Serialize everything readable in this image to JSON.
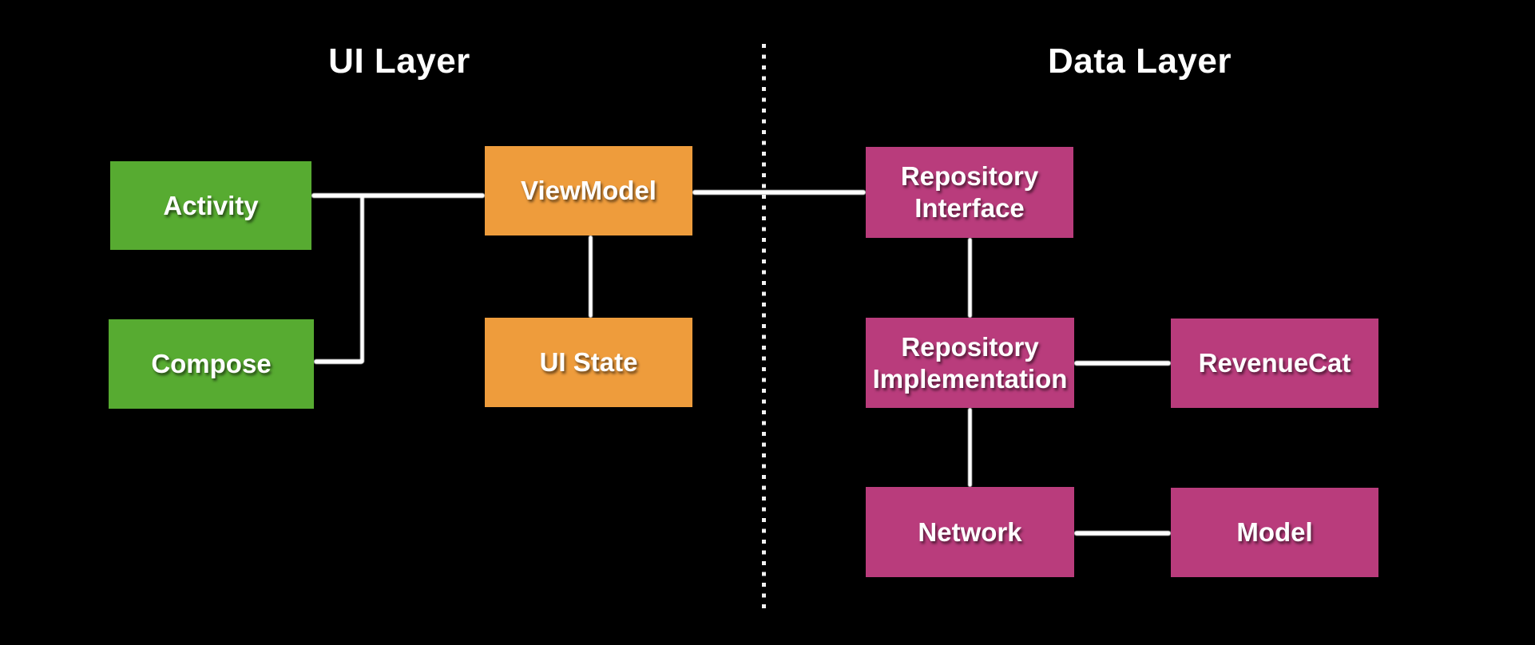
{
  "diagram": {
    "titles": {
      "ui_layer": "UI Layer",
      "data_layer": "Data Layer"
    },
    "colors": {
      "background": "#000000",
      "green": "#57AB31",
      "orange": "#EE9C3C",
      "magenta": "#B93C7C",
      "line": "#FFFFFF",
      "text": "#FFFFFF"
    },
    "nodes": {
      "activity": {
        "label": "Activity",
        "color": "green",
        "layer": "UI Layer"
      },
      "compose": {
        "label": "Compose",
        "color": "green",
        "layer": "UI Layer"
      },
      "viewmodel": {
        "label": "ViewModel",
        "color": "orange",
        "layer": "UI Layer"
      },
      "ui_state": {
        "label": "UI State",
        "color": "orange",
        "layer": "UI Layer"
      },
      "repository_interface": {
        "label": "Repository Interface",
        "color": "magenta",
        "layer": "Data Layer"
      },
      "repository_implementation": {
        "label": "Repository Implementation",
        "color": "magenta",
        "layer": "Data Layer"
      },
      "revenuecat": {
        "label": "RevenueCat",
        "color": "magenta",
        "layer": "Data Layer"
      },
      "network": {
        "label": "Network",
        "color": "magenta",
        "layer": "Data Layer"
      },
      "model": {
        "label": "Model",
        "color": "magenta",
        "layer": "Data Layer"
      }
    },
    "edges": [
      {
        "from": "activity",
        "to": "viewmodel",
        "style": "chalk-line"
      },
      {
        "from": "compose",
        "to": "activity-viewmodel-line",
        "style": "chalk-line"
      },
      {
        "from": "viewmodel",
        "to": "ui_state",
        "style": "chalk-line"
      },
      {
        "from": "viewmodel",
        "to": "repository_interface",
        "style": "chalk-line"
      },
      {
        "from": "repository_interface",
        "to": "repository_implementation",
        "style": "chalk-line"
      },
      {
        "from": "repository_implementation",
        "to": "revenuecat",
        "style": "chalk-line"
      },
      {
        "from": "repository_implementation",
        "to": "network",
        "style": "chalk-line"
      },
      {
        "from": "network",
        "to": "model",
        "style": "chalk-line"
      }
    ],
    "divider": {
      "style": "dotted-vertical-line"
    }
  }
}
